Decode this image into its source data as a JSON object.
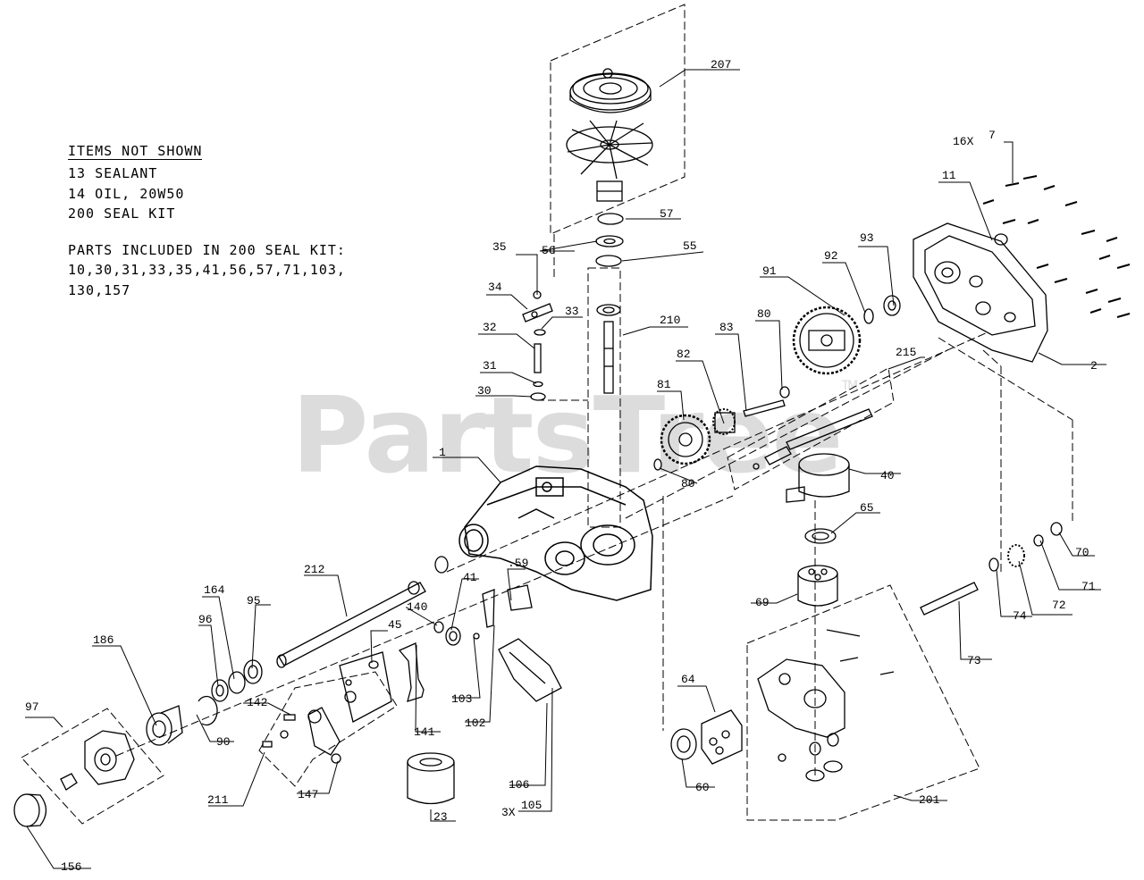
{
  "notes": {
    "items_not_shown_header": "ITEMS NOT SHOWN",
    "items_not_shown": [
      "13 SEALANT",
      "14 OIL, 20W50",
      "200 SEAL KIT"
    ],
    "seal_kit_header": "PARTS INCLUDED IN 200 SEAL KIT:",
    "seal_kit_lines": [
      "10,30,31,33,35,41,56,57,71,103,",
      "130,157"
    ]
  },
  "watermark": {
    "text": "PartsTree",
    "tm": "TM"
  },
  "callouts": {
    "c1": "1",
    "c2": "2",
    "c7": "7",
    "c7_qty": "16X",
    "c11": "11",
    "c23": "23",
    "c30": "30",
    "c31": "31",
    "c32": "32",
    "c33": "33",
    "c34": "34",
    "c35": "35",
    "c40": "40",
    "c41": "41",
    "c45": "45",
    "c55": "55",
    "c56": "56",
    "c57": "57",
    ".59": ".59",
    "c60": "60",
    "c64": "64",
    "c65": "65",
    "c69": "69",
    "c70": "70",
    "c71": "71",
    "c72": "72",
    "c73": "73",
    "c74": "74",
    "c80a": "80",
    "c80b": "80",
    "c81": "81",
    "c82": "82",
    "c83": "83",
    "c90": "90",
    "c91": "91",
    "c92": "92",
    "c93": "93",
    "c95": "95",
    "c96": "96",
    "c97": "97",
    "c102": "102",
    "c103": "103",
    "c105": "105",
    "c105_qty": "3X",
    "c106": "106",
    "c140": "140",
    "c141": "141",
    "c142": "142",
    "c147": "147",
    "c156": "156",
    "c164": "164",
    "c186": "186",
    "c201": "201",
    "c207": "207",
    "c210": "210",
    "c211": "211",
    "c212": "212",
    "c215": "215"
  }
}
